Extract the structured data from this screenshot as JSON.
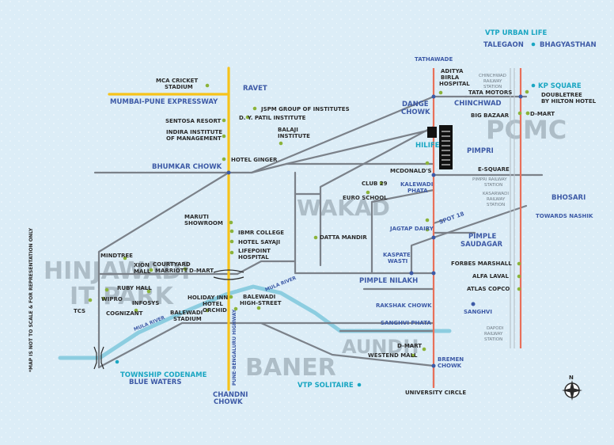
{
  "areas": [
    {
      "id": "hinjawadi-1",
      "text": "HINJAWADI"
    },
    {
      "id": "hinjawadi-2",
      "text": "IT PARK"
    },
    {
      "id": "wakad",
      "text": "WAKAD"
    },
    {
      "id": "pcmc",
      "text": "PCMC"
    },
    {
      "id": "baner",
      "text": "BANER"
    },
    {
      "id": "aundh",
      "text": "AUNDH"
    }
  ],
  "places": {
    "mca": "MCA CRICKET",
    "mca2": "STADIUM",
    "ravet": "RAVET",
    "expressway": "MUMBAI-PUNE EXPRESSWAY",
    "jspm": "JSPM GROUP OF INSTITUTES",
    "dypatil": "D. Y. PATIL INSTITUTE",
    "sentosa": "SENTOSA RESORT",
    "balaji": "BALAJI",
    "balaji2": "INSTITUTE",
    "indira": "INDIRA INSTITUTE",
    "indira2": "OF MANAGEMENT",
    "bhumkar": "BHUMKAR CHOWK",
    "ginger": "HOTEL GINGER",
    "maruti": "MARUTI",
    "maruti2": "SHOWROOM",
    "ibmr": "IBMR COLLEGE",
    "sayaji": "HOTEL SAYAJI",
    "lifepoint": "LIFEPOINT",
    "lifepoint2": "HOSPITAL",
    "mindtree": "MINDTREE",
    "xion": "XION",
    "xion2": "MALL",
    "courtyard": "COURTYARD",
    "courtyard2": "MARRIOTT",
    "dmart1": "D-MART",
    "rubyhall": "RUBY HALL",
    "wipro": "WIPRO",
    "infosys": "INFOSYS",
    "tcs": "TCS",
    "cognizant": "COGNIZANT",
    "holidayinn": "HOLIDAY INN",
    "hotelorchid": "HOTEL",
    "hotelorchid2": "ORCHID",
    "balewadihs": "BALEWADI",
    "balewadihs2": "HIGH-STREET",
    "balewadist": "BALEWADI",
    "balewadist2": "STADIUM",
    "mularivera": "MULA RIVER",
    "mulariverb": "MULA RIVER",
    "highway": "PUNE-BENGALURU HIGHWAY",
    "township": "TOWNSHIP CODENAME",
    "bluewaters": "BLUE WATERS",
    "chandni": "CHANDNI",
    "chandni2": "CHOWK",
    "vtpsolitaire": "VTP SOLITAIRE",
    "universitycircle": "UNIVERSITY CIRCLE",
    "dmart2": "D-MART",
    "westend": "WESTEND MALL",
    "bremen": "BREMEN",
    "bremen2": "CHOWK",
    "sanghviphata": "SANGHVI PHATA",
    "rakshak": "RAKSHAK CHOWK",
    "pimplenilakh": "PIMPLE NILAKH",
    "kaspate": "KASPATE",
    "kaspate2": "WASTI",
    "dattamandir": "DATTA MANDIR",
    "jagtap": "JAGTAP DAIRY",
    "spot18": "SPOT 18",
    "pimplesaudagar": "PIMPLE",
    "pimplesaudagar2": "SAUDAGAR",
    "euroschool": "EURO SCHOOL",
    "club29": "CLUB 29",
    "kalewadi": "KALEWADI",
    "kalewadi2": "PHATA",
    "mcdonalds": "MCDONALD'S",
    "hilife": "HILIFE",
    "dange": "DANGE",
    "dange2": "CHOWK",
    "tathawade": "TATHAWADE",
    "aditya": "ADITYA",
    "aditya2": "BIRLA",
    "aditya3": "HOSPITAL",
    "chinchwadstation": "CHINCHWAD",
    "chinchwadstation2": "RAILWAY",
    "chinchwadstation3": "STATION",
    "tatamotors": "TATA MOTORS",
    "chinchwad": "CHINCHWAD",
    "pimpri": "PIMPRI",
    "bigbazaar": "BIG BAZAAR",
    "dmart3": "D-MART",
    "kpsquare": "KP SQUARE",
    "doubletree": "DOUBLETREE",
    "doubletree2": "BY HILTON HOTEL",
    "esquare": "E-SQUARE",
    "pimpristation": "PIMPRI RAILWAY",
    "pimpristation2": "STATION",
    "kasarwadi": "KASARWADI",
    "kasarwadi2": "RAILWAY",
    "kasarwadi3": "STATION",
    "bhosari": "BHOSARI",
    "towardsnashik": "TOWARDS NASHIK",
    "forbes": "FORBES MARSHALL",
    "alfalaval": "ALFA LAVAL",
    "atlascopco": "ATLAS COPCO",
    "sanghvi": "SANGHVI",
    "dapodi": "DAPODI",
    "dapodi2": "RAILWAY",
    "dapodi3": "STATION",
    "vtpurbanlife": "VTP URBAN LIFE",
    "talegaon": "TALEGAON",
    "bhagyasthan": "BHAGYASTHAN",
    "compass": "N"
  },
  "note": "*MAP IS NOT TO SCALE & FOR REPRESENTATION ONLY",
  "colors": {
    "background": "#dcedf7",
    "road": "#7b8189",
    "expressway": "#f6c31b",
    "railway": "#e8705a",
    "river": "#8ccde0",
    "poi_dot": "#8bb33a",
    "accent_blue": "#3d5aa6",
    "accent_cyan": "#1aa6c2"
  }
}
